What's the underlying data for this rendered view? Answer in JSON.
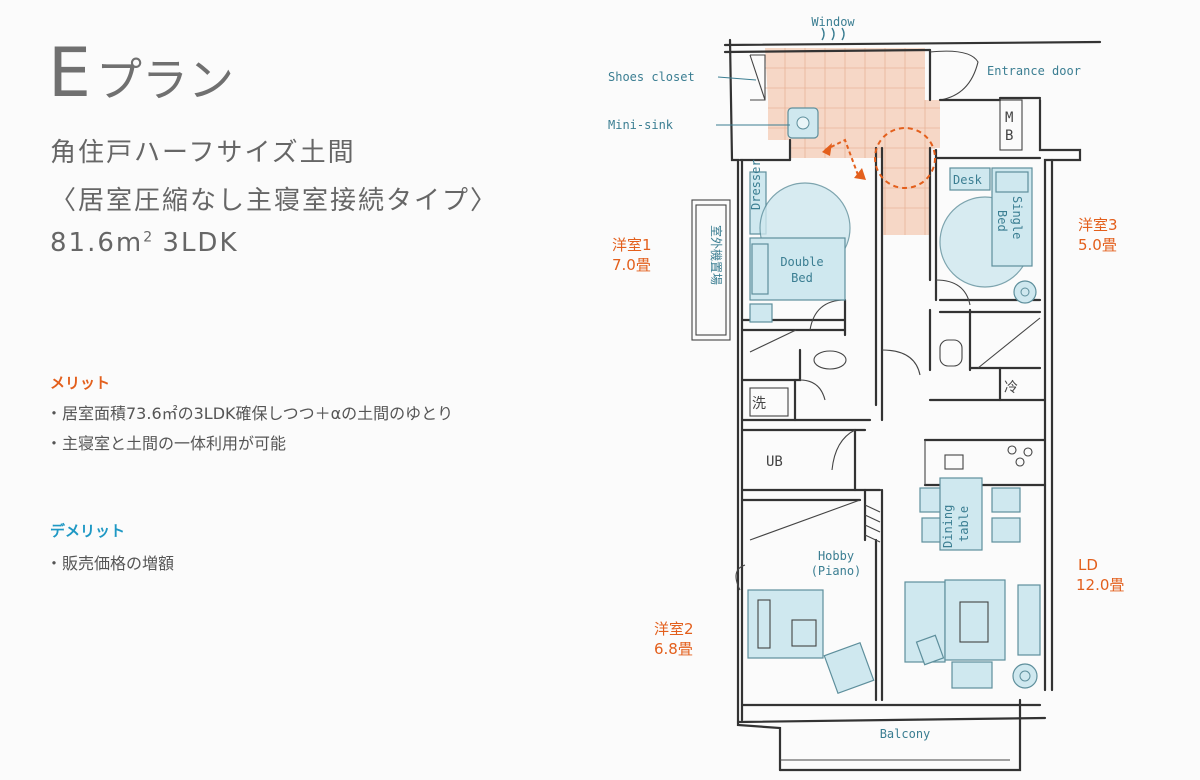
{
  "title": {
    "letter": "E",
    "kana": "プラン"
  },
  "subtitle": {
    "line1": "角住戸ハーフサイズ土間",
    "line2": "〈居室圧縮なし主寝室接続タイプ〉",
    "area_value": "81.6m",
    "area_sup": "2",
    "layout": " 3LDK"
  },
  "merit": {
    "heading": "メリット",
    "items": [
      "・居室面積73.6㎡の3LDK確保しつつ＋αの土間のゆとり",
      "・主寝室と土間の一体利用が可能"
    ]
  },
  "demerit": {
    "heading": "デメリット",
    "items": [
      "・販売価格の増額"
    ]
  },
  "plan": {
    "callouts": {
      "window": "Window",
      "shoes_closet": "Shoes closet",
      "entrance_door": "Entrance door",
      "mini_sink": "Mini-sink",
      "balcony": "Balcony"
    },
    "rooms": {
      "room1": {
        "name": "洋室1",
        "size": "7.0畳"
      },
      "room2": {
        "name": "洋室2",
        "size": "6.8畳"
      },
      "room3": {
        "name": "洋室3",
        "size": "5.0畳"
      },
      "ld": {
        "name": "LD",
        "size": "12.0畳"
      }
    },
    "furniture": {
      "dresser": "Dresser",
      "double_bed_1": "Double",
      "double_bed_2": "Bed",
      "desk": "Desk",
      "single_bed_1": "Single",
      "single_bed_2": "Bed",
      "hobby": "Hobby",
      "piano": "(Piano)",
      "dining_1": "Dining",
      "dining_2": "table"
    },
    "marks": {
      "mb_1": "M",
      "mb_2": "B",
      "wash": "洗",
      "fridge": "冷",
      "ub": "UB",
      "outdoor_unit": "室外機置場"
    },
    "colors": {
      "doma": "#f6d7c6",
      "accent": "#e35f1c",
      "furniture": "#cfe8ef",
      "blue_text": "#3b7e92"
    }
  }
}
